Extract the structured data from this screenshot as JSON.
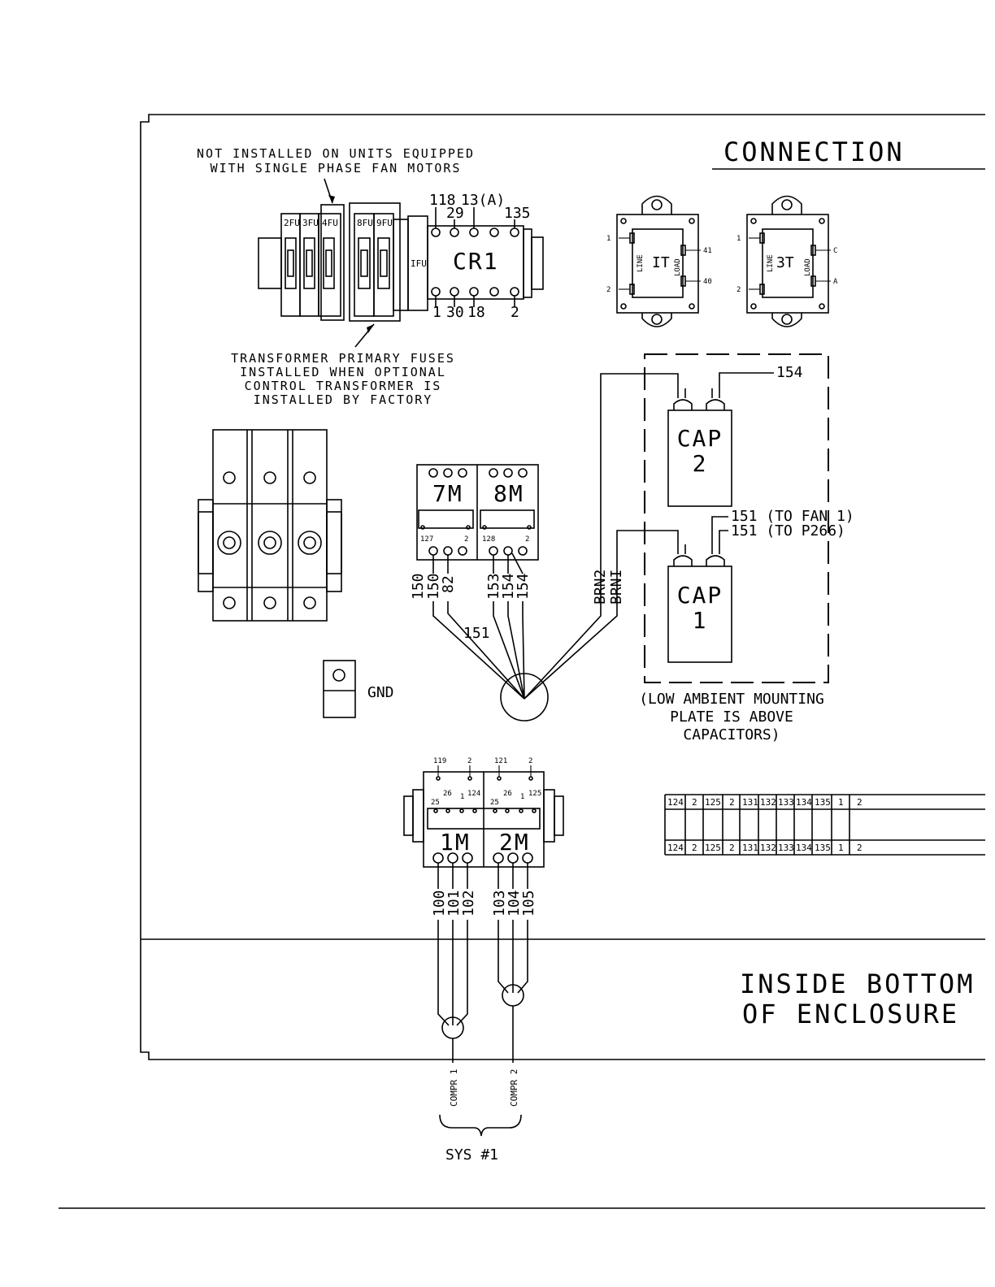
{
  "title": "CONNECTION",
  "notes": {
    "not_installed": [
      "NOT INSTALLED ON UNITS EQUIPPED",
      "WITH SINGLE PHASE FAN MOTORS"
    ],
    "transformer_fuses": [
      "TRANSFORMER PRIMARY FUSES",
      "INSTALLED WHEN OPTIONAL",
      "CONTROL TRANSFORMER IS",
      "INSTALLED BY FACTORY"
    ],
    "low_ambient": [
      "(LOW AMBIENT MOUNTING",
      "PLATE IS ABOVE",
      "CAPACITORS)"
    ],
    "inside_bottom": [
      "INSIDE BOTTOM",
      "OF ENCLOSURE"
    ]
  },
  "fuses": {
    "labels": [
      "2FU",
      "3FU",
      "4FU",
      "8FU",
      "9FU"
    ],
    "ifu": "IFU"
  },
  "cr1": {
    "label": "CR1",
    "top_terminals": [
      "118",
      "29",
      "13(A)",
      "135"
    ],
    "bottom_terminals": [
      "1",
      "30",
      "18",
      "2"
    ]
  },
  "transformers": [
    {
      "label": "IT",
      "line": "LINE",
      "load": "LOAD",
      "left_pins": [
        "1",
        "2"
      ],
      "right_pins": [
        "41",
        "40"
      ]
    },
    {
      "label": "3T",
      "line": "LINE",
      "load": "LOAD",
      "left_pins": [
        "1",
        "2"
      ],
      "right_pins": [
        "C",
        "A"
      ]
    }
  ],
  "capacitors": [
    {
      "label_line1": "CAP",
      "label_line2": "2",
      "wires": [
        "154"
      ]
    },
    {
      "label_line1": "CAP",
      "label_line2": "1",
      "wires": [
        "151 (TO FAN 1)",
        "151 (TO P266)"
      ]
    }
  ],
  "contactors_7m_8m": {
    "labels": [
      "7M",
      "8M"
    ],
    "coil_7m": [
      "127",
      "2"
    ],
    "coil_8m": [
      "128",
      "2"
    ],
    "wires_7m": [
      "150",
      "150",
      "82"
    ],
    "wires_8m": [
      "153",
      "154",
      "154"
    ],
    "bundle_wire": "151",
    "brown_wires": [
      "BRN2",
      "BRNI"
    ]
  },
  "ground": {
    "label": "GND"
  },
  "contactors_1m_2m": {
    "labels": [
      "1M",
      "2M"
    ],
    "top_1m": [
      "119",
      "2"
    ],
    "top_2m": [
      "121",
      "2"
    ],
    "mid_1m": [
      "25",
      "26",
      "1",
      "124"
    ],
    "mid_2m": [
      "25",
      "26",
      "1",
      "125"
    ],
    "wires_1m": [
      "100",
      "101",
      "102"
    ],
    "wires_2m": [
      "103",
      "104",
      "105"
    ]
  },
  "terminal_strip": [
    "124",
    "2",
    "125",
    "2",
    "131",
    "132",
    "133",
    "134",
    "135",
    "1",
    "2"
  ],
  "compressors": [
    "COMPR 1",
    "COMPR 2"
  ],
  "system_label": "SYS #1"
}
